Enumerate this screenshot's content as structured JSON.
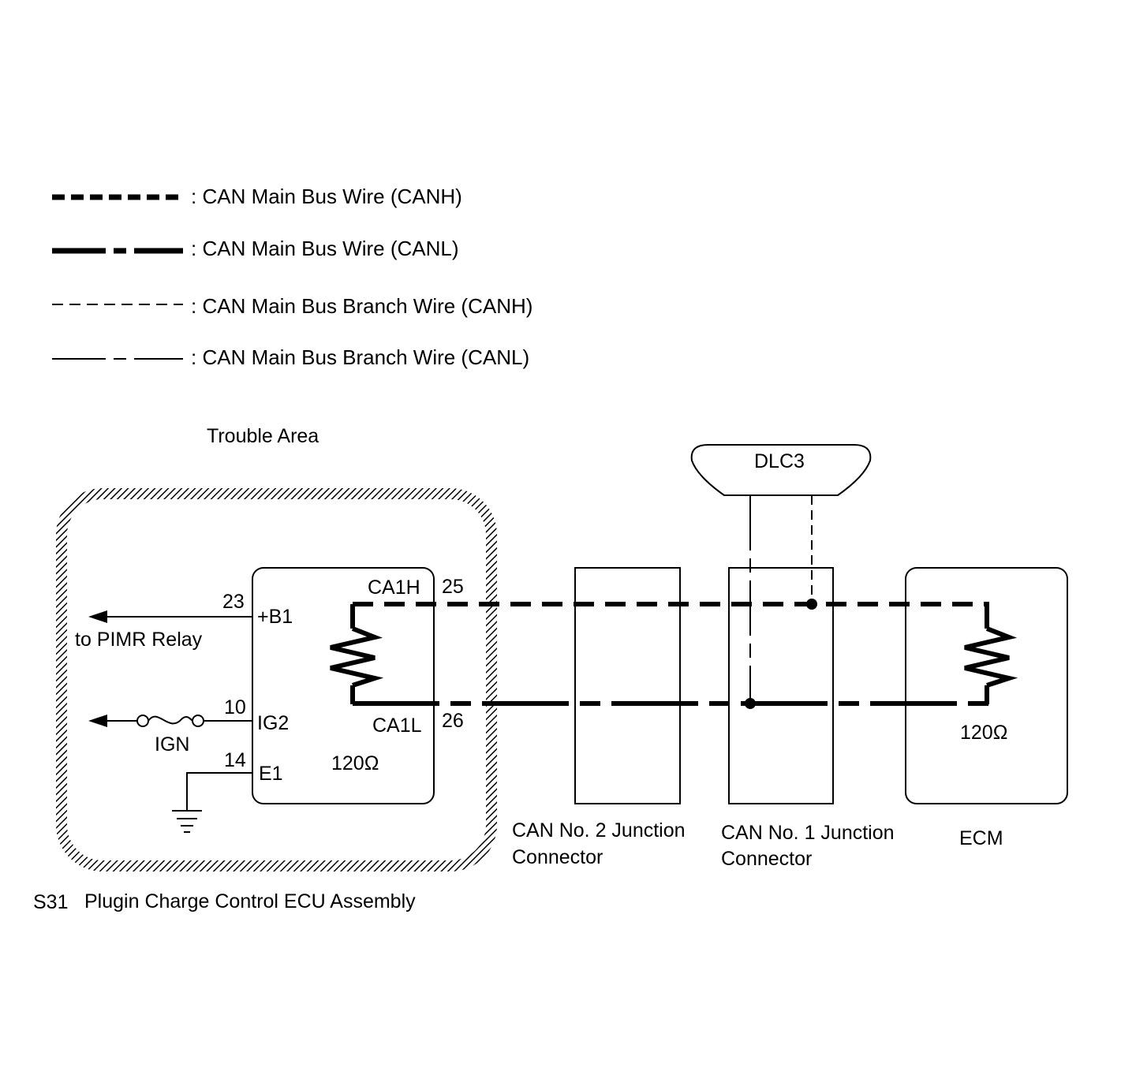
{
  "legend": [
    {
      "style": "main-canh",
      "label": ": CAN Main Bus Wire (CANH)"
    },
    {
      "style": "main-canl",
      "label": ": CAN Main Bus Wire (CANL)"
    },
    {
      "style": "branch-canh",
      "label": ": CAN Main Bus Branch Wire (CANH)"
    },
    {
      "style": "branch-canl",
      "label": ": CAN Main Bus Branch Wire (CANL)"
    }
  ],
  "trouble_area": {
    "label": "Trouble Area"
  },
  "ecu": {
    "code": "S31",
    "name": "Plugin Charge Control ECU Assembly",
    "resistance": "120Ω",
    "pins": {
      "b1": {
        "number": "23",
        "name": "+B1"
      },
      "ig2": {
        "number": "10",
        "name": "IG2"
      },
      "e1": {
        "number": "14",
        "name": "E1"
      },
      "ca1h": {
        "number": "25",
        "name": "CA1H"
      },
      "ca1l": {
        "number": "26",
        "name": "CA1L"
      }
    },
    "b1_target": "to PIMR Relay",
    "fuse": "IGN"
  },
  "junction2": {
    "line1": "CAN No. 2 Junction",
    "line2": "Connector"
  },
  "junction1": {
    "line1": "CAN No. 1 Junction",
    "line2": "Connector"
  },
  "dlc3": {
    "label": "DLC3"
  },
  "ecm": {
    "label": "ECM",
    "resistance": "120Ω"
  },
  "colors": {
    "wire": "#000000",
    "background": "#ffffff"
  }
}
